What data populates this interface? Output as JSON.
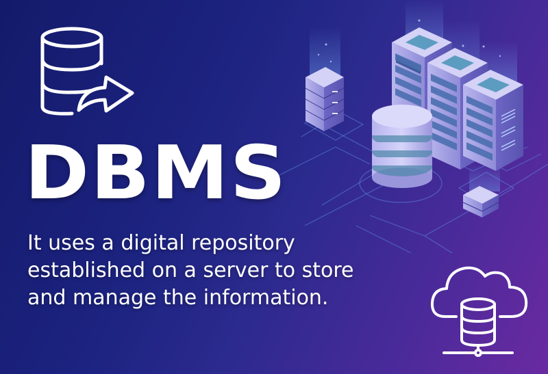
{
  "banner": {
    "title": "DBMS",
    "description_lines": [
      "It uses a digital repository",
      "established on a server to store",
      "and manage the information."
    ]
  },
  "icons": {
    "top_left": "database-export-icon",
    "bottom_right": "cloud-database-network-icon"
  },
  "illustration": {
    "elements": [
      "server-rack-icon",
      "server-rack-icon",
      "server-rack-icon",
      "small-server-stack-icon",
      "database-cylinder-icon",
      "small-server-box-icon",
      "network-lines"
    ]
  },
  "colors": {
    "background_left": "#1a1f78",
    "background_right": "#6a2aa0",
    "text": "#ffffff",
    "server_face": "#c9c7f2",
    "screen_teal": "#4b93b5"
  }
}
